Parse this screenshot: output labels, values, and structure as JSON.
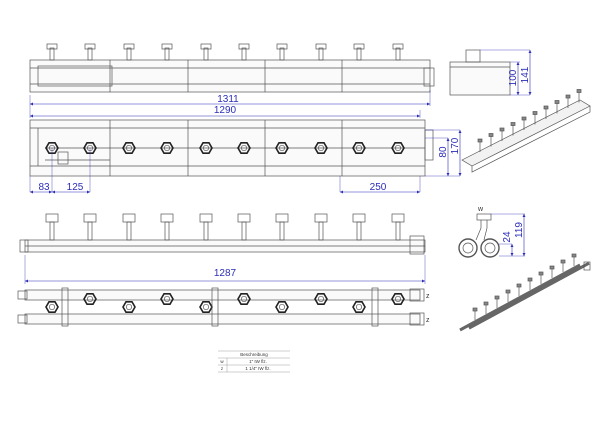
{
  "colors": {
    "dimension": "#2d2db8",
    "line": "#555555",
    "fill": "#f4f4f4"
  },
  "dimensions": {
    "overall_length": "1311",
    "body_length": "1290",
    "front_height_inner": "80",
    "front_height_outer": "170",
    "first_offset": "83",
    "pitch": "125",
    "end_offset": "250",
    "side_height": "100",
    "side_height_total": "141",
    "pipe_length": "1287",
    "branch_offset": "24",
    "branch_height": "119"
  },
  "connection_labels": {
    "w": "w",
    "z_top": "z",
    "z_bottom": "z"
  },
  "outlet_count": 10,
  "table": {
    "header": "Beschreibung",
    "rows": [
      {
        "key": "w",
        "value": "1\" IW flz."
      },
      {
        "key": "z",
        "value": "1 1/4\" IW flz."
      }
    ]
  }
}
